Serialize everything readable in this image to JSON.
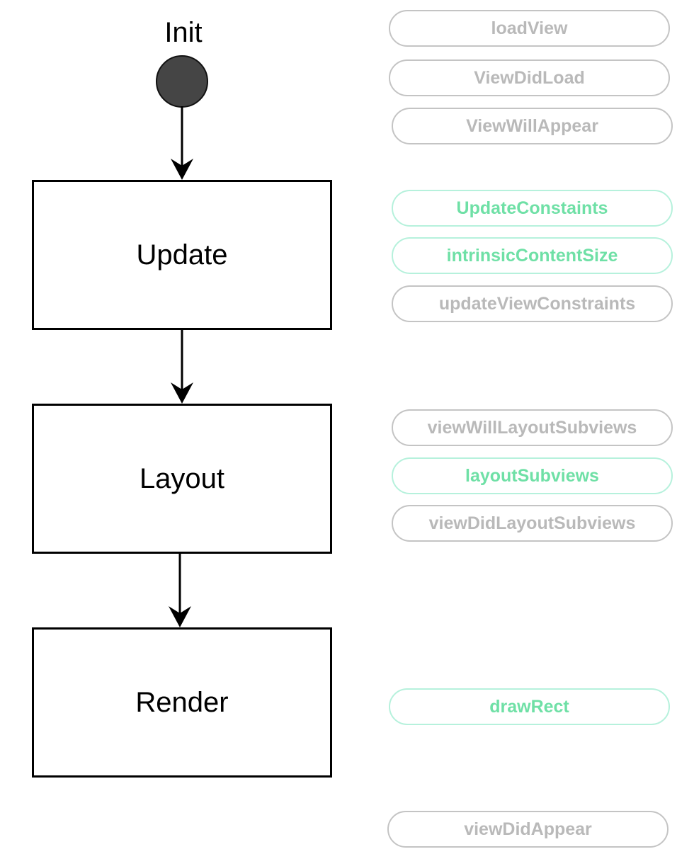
{
  "diagram": {
    "start_label": "Init",
    "states": [
      {
        "label": "Update"
      },
      {
        "label": "Layout"
      },
      {
        "label": "Render"
      }
    ],
    "methods": [
      {
        "label": "loadView",
        "highlighted": false
      },
      {
        "label": "ViewDidLoad",
        "highlighted": false
      },
      {
        "label": "ViewWillAppear",
        "highlighted": false
      },
      {
        "label": "UpdateConstaints",
        "highlighted": true
      },
      {
        "label": "intrinsicContentSize",
        "highlighted": true
      },
      {
        "label": "updateViewConstraints",
        "highlighted": false
      },
      {
        "label": "viewWillLayoutSubviews",
        "highlighted": false
      },
      {
        "label": "layoutSubviews",
        "highlighted": true
      },
      {
        "label": "viewDidLayoutSubviews",
        "highlighted": false
      },
      {
        "label": "drawRect",
        "highlighted": true
      },
      {
        "label": "viewDidAppear",
        "highlighted": false
      }
    ]
  },
  "colors": {
    "highlight_text": "#6fe0a6",
    "highlight_border": "#b6f1dc",
    "muted_text": "#b9b9b9",
    "muted_border": "#c4c4c4",
    "start_node_fill": "#454545"
  }
}
